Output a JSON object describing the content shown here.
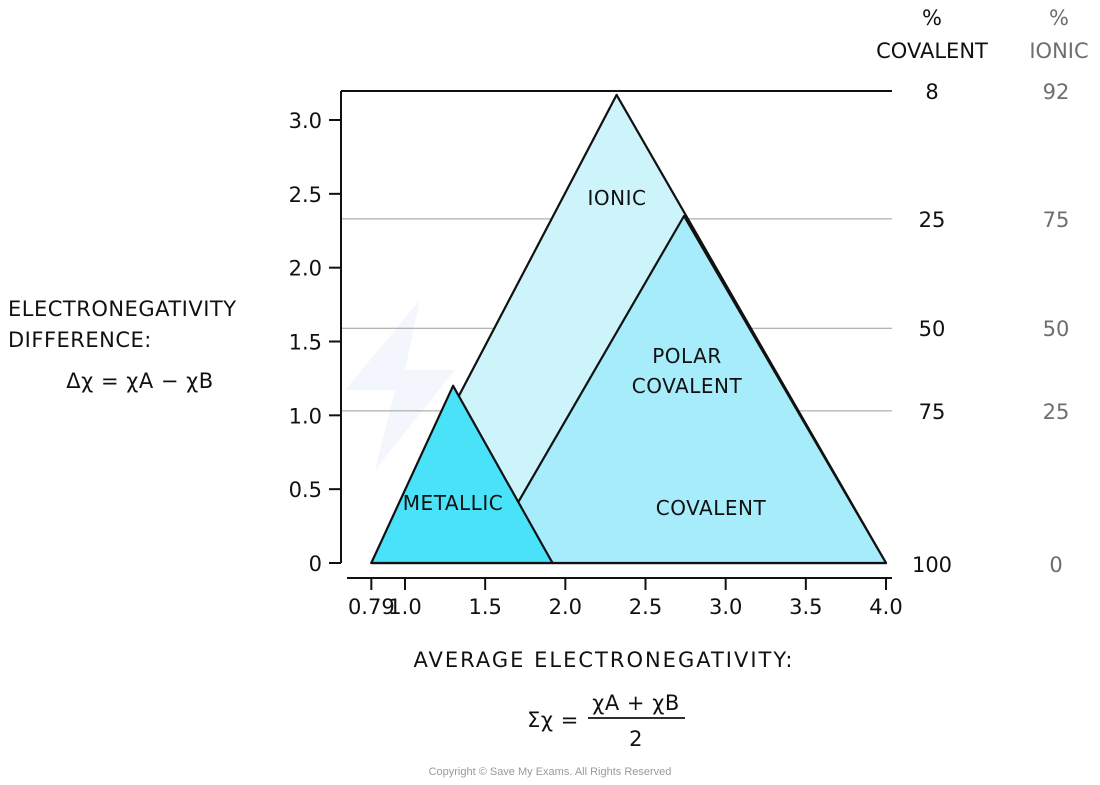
{
  "chart_data": {
    "type": "ternary-triangle-diagram",
    "x_axis": {
      "label": "AVERAGE ELECTRONEGATIVITY:",
      "formula_lhs": "Σχ =",
      "formula_numerator": "χA + χB",
      "formula_denominator": "2",
      "ticks": [
        {
          "value": 0.79,
          "label": "0.79"
        },
        {
          "value": 1.0,
          "label": "1.0"
        },
        {
          "value": 1.5,
          "label": "1.5"
        },
        {
          "value": 2.0,
          "label": "2.0"
        },
        {
          "value": 2.5,
          "label": "2.5"
        },
        {
          "value": 3.0,
          "label": "3.0"
        },
        {
          "value": 3.5,
          "label": "3.5"
        },
        {
          "value": 4.0,
          "label": "4.0"
        }
      ],
      "range": [
        0.79,
        4.0
      ]
    },
    "y_axis": {
      "label_line1": "ELECTRONEGATIVITY",
      "label_line2": "DIFFERENCE:",
      "formula": "Δχ = χA − χB",
      "ticks": [
        {
          "value": 0,
          "label": "0"
        },
        {
          "value": 0.5,
          "label": "0.5"
        },
        {
          "value": 1.0,
          "label": "1.0"
        },
        {
          "value": 1.5,
          "label": "1.5"
        },
        {
          "value": 2.0,
          "label": "2.0"
        },
        {
          "value": 2.5,
          "label": "2.5"
        },
        {
          "value": 3.0,
          "label": "3.0"
        }
      ],
      "range": [
        0,
        3.2
      ]
    },
    "right_columns": {
      "covalent_header_symbol": "%",
      "covalent_header": "COVALENT",
      "ionic_header_symbol": "%",
      "ionic_header": "IONIC",
      "rows": [
        {
          "dchi": 3.2,
          "covalent": "8",
          "ionic": "92"
        },
        {
          "dchi": 2.33,
          "covalent": "25",
          "ionic": "75"
        },
        {
          "dchi": 1.59,
          "covalent": "50",
          "ionic": "50"
        },
        {
          "dchi": 1.03,
          "covalent": "75",
          "ionic": "25"
        },
        {
          "dchi": 0,
          "covalent": "100",
          "ionic": "0"
        }
      ]
    },
    "regions": [
      {
        "label": "IONIC",
        "color": "#cdf3fb",
        "vertices": [
          [
            0.79,
            0
          ],
          [
            2.32,
            3.17
          ],
          [
            4.0,
            0
          ]
        ]
      },
      {
        "label_line1": "POLAR",
        "label_line2": "COVALENT",
        "color": "#a7ecfb",
        "vertices": [
          [
            1.7,
            0.4
          ],
          [
            2.74,
            2.35
          ],
          [
            4.0,
            0
          ],
          [
            1.92,
            0
          ]
        ]
      },
      {
        "label": "COVALENT",
        "color": "#a7ecfb"
      },
      {
        "label": "METALLIC",
        "color": "#4ae2f9",
        "vertices": [
          [
            0.79,
            0
          ],
          [
            1.3,
            1.2
          ],
          [
            1.92,
            0
          ]
        ]
      }
    ]
  },
  "copyright": "Copyright © Save My Exams. All Rights Reserved"
}
